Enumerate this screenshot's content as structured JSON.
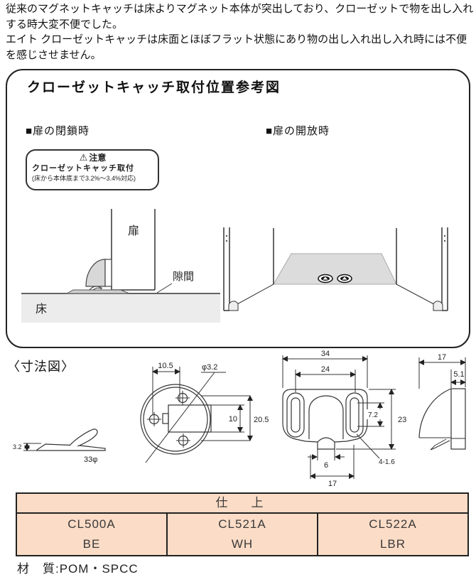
{
  "intro": {
    "para1": "従来のマグネットキャッチは床よりマグネット本体が突出しており、クローゼットで物を出し入れする時大変不便でした。",
    "para2": "エイト クローゼットキャッチは床面とほぼフラット状態にあり物の出し入れ出し入れ時には不便を感じさせません。"
  },
  "reference": {
    "title": "クローゼットキャッチ取付位置参考図",
    "closed_section": "■扉の閉鎖時",
    "open_section": "■扉の開放時",
    "caution": {
      "icon": "⚠",
      "heading": "注意",
      "line1": "クローゼットキャッチ取付",
      "line2": "(床から本体底まで3.2%～3.4%対応)"
    },
    "labels": {
      "door": "扉",
      "floor": "床",
      "gap": "隙間"
    }
  },
  "dims": {
    "heading": "〈寸法図〉",
    "plate_height": "3.2",
    "pitch": "10.5",
    "hole_dia": "φ3.2",
    "inner_width": "10",
    "depth": "20.5",
    "outer_dia": "33φ",
    "body_width": "34",
    "slot_pitch": "24",
    "slot_len": "7.2",
    "body_height": "23",
    "holes": "4-1.6",
    "tab_width": "6",
    "base_width": "17",
    "side_width": "17",
    "side_top": "5.1"
  },
  "finish_table": {
    "header": "仕　上",
    "columns": [
      {
        "model": "CL500A",
        "finish": "BE"
      },
      {
        "model": "CL521A",
        "finish": "WH"
      },
      {
        "model": "CL522A",
        "finish": "LBR"
      }
    ]
  },
  "material": "材　質:POM・SPCC",
  "colors": {
    "table_bg": "#fbdcc6",
    "line": "#2a2a2a",
    "floor_gray": "#ececec",
    "catch_gray": "#d8d8d8"
  }
}
